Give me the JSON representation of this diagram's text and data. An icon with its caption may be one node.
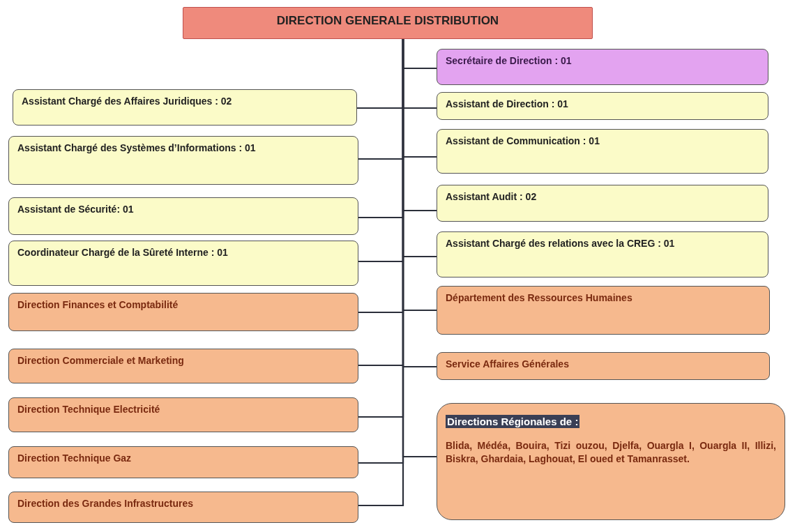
{
  "diagram": {
    "nodes": [
      {
        "text": [
          "DIRECTION GENERALE DISTRIBUTION"
        ]
      },
      {
        "text": [
          "Secrétaire de Direction : 01"
        ]
      },
      {
        "text": [
          "Assistant Chargé des Affaires Juridiques : 02"
        ]
      },
      {
        "text": [
          "Assistant de Direction : 01"
        ]
      },
      {
        "text": [
          "Assistant Chargé des Systèmes d’Informations : 01"
        ]
      },
      {
        "text": [
          "Assistant de Communication : 01"
        ]
      },
      {
        "text": [
          "Assistant de Sécurité: 01"
        ]
      },
      {
        "text": [
          "Assistant Audit : 02"
        ]
      },
      {
        "text": [
          "Coordinateur Chargé de la Sûreté Interne : 01"
        ]
      },
      {
        "text": [
          "Assistant Chargé des relations avec la CREG : 01"
        ]
      },
      {
        "text": [
          "Direction Finances et Comptabilité"
        ]
      },
      {
        "text": [
          "Département des Ressources Humaines"
        ]
      },
      {
        "text": [
          "Direction Commerciale et Marketing"
        ]
      },
      {
        "text": [
          "Service Affaires Générales"
        ]
      },
      {
        "text": [
          "Direction Technique Electricité"
        ]
      },
      {
        "text": [
          "Directions Régionales de :",
          "Blida, Médéa, Bouira, Tizi ouzou, Djelfa, Ouargla I, Ouargla II, Illizi, Biskra, Ghardaia, Laghouat, El oued et Tamanrasset."
        ]
      },
      {
        "text": [
          "Direction Technique Gaz"
        ]
      },
      {
        "text": [
          "Direction des Grandes Infrastructures"
        ]
      }
    ],
    "edges": [
      {
        "from": 0,
        "to": 1,
        "arrow": "none"
      },
      {
        "from": 0,
        "to": 2,
        "arrow": "none"
      },
      {
        "from": 0,
        "to": 3,
        "arrow": "none"
      },
      {
        "from": 0,
        "to": 4,
        "arrow": "none"
      },
      {
        "from": 0,
        "to": 5,
        "arrow": "none"
      },
      {
        "from": 0,
        "to": 6,
        "arrow": "none"
      },
      {
        "from": 0,
        "to": 7,
        "arrow": "none"
      },
      {
        "from": 0,
        "to": 8,
        "arrow": "none"
      },
      {
        "from": 0,
        "to": 9,
        "arrow": "none"
      },
      {
        "from": 0,
        "to": 10,
        "arrow": "none"
      },
      {
        "from": 0,
        "to": 11,
        "arrow": "none"
      },
      {
        "from": 0,
        "to": 12,
        "arrow": "none"
      },
      {
        "from": 0,
        "to": 13,
        "arrow": "none"
      },
      {
        "from": 0,
        "to": 14,
        "arrow": "none"
      },
      {
        "from": 0,
        "to": 15,
        "arrow": "none"
      },
      {
        "from": 0,
        "to": 16,
        "arrow": "none"
      },
      {
        "from": 0,
        "to": 17,
        "arrow": "none"
      }
    ]
  }
}
